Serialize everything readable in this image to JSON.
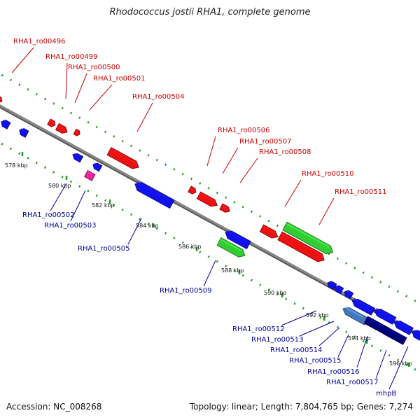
{
  "title": "Rhodococcus jostii RHA1, complete genome",
  "footer": {
    "accession": "Accession: NC_008268",
    "stats": "Topology: linear; Length: 7,804,765 bp; Genes: 7,274"
  },
  "colors": {
    "forward_gene": "#ee1111",
    "reverse_gene": "#1111ee",
    "rna_gene": "#33cc33",
    "pink_gene": "#ee2299",
    "light_blue_gene": "#4477bb",
    "dark_blue_gene": "#000077",
    "backbone": "#888888",
    "tick_dots": "#229922"
  },
  "ruler_ticks": [
    "578 kbp",
    "580 kbp",
    "582 kbp",
    "584 kbp",
    "586 kbp",
    "588 kbp",
    "590 kbp",
    "592 kbp",
    "594 kbp",
    "596 kbp"
  ],
  "gene_labels_top": [
    "RHA1_ro00496",
    "RHA1_ro00499",
    "RHA1_ro00500",
    "RHA1_ro00501",
    "RHA1_ro00504",
    "RHA1_ro00506",
    "RHA1_ro00507",
    "RHA1_ro00508",
    "RHA1_ro00510",
    "RHA1_ro00511"
  ],
  "gene_labels_bottom": [
    "RHA1_ro00502",
    "RHA1_ro00503",
    "RHA1_ro00505",
    "RHA1_ro00509",
    "RHA1_ro00512",
    "RHA1_ro00513",
    "RHA1_ro00514",
    "RHA1_ro00515",
    "RHA1_ro00516",
    "RHA1_ro00517",
    "mhpB"
  ]
}
